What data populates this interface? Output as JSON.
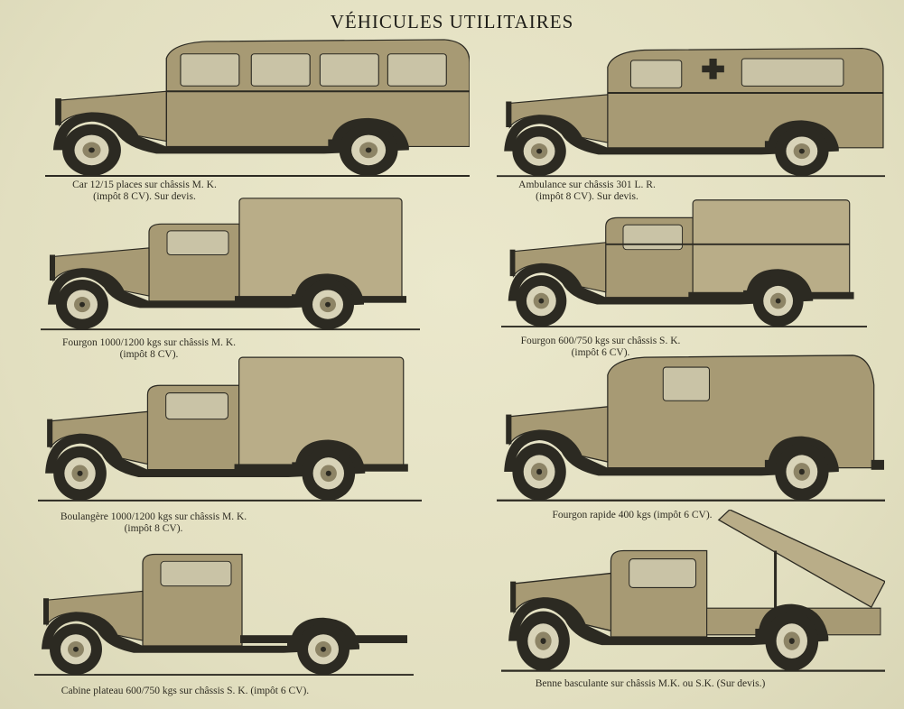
{
  "title": "VÉHICULES UTILITAIRES",
  "vehicles": [
    {
      "type": "bus",
      "caption_line1": "Car 12/15 places sur châssis M. K.",
      "caption_line2": "(impôt 8 CV). Sur devis."
    },
    {
      "type": "ambulance",
      "caption_line1": "Ambulance sur châssis 301 L. R.",
      "caption_line2": "(impôt 8 CV). Sur devis."
    },
    {
      "type": "van",
      "caption_line1": "Fourgon 1000/1200 kgs sur châssis M. K.",
      "caption_line2": "(impôt 8 CV)."
    },
    {
      "type": "van2",
      "caption_line1": "Fourgon 600/750 kgs sur châssis S. K.",
      "caption_line2": "(impôt 6 CV)."
    },
    {
      "type": "van",
      "caption_line1": "Boulangère 1000/1200 kgs sur châssis M. K.",
      "caption_line2": "(impôt 8 CV)."
    },
    {
      "type": "rapide",
      "caption_line1": "Fourgon rapide 400 kgs (impôt 6 CV).",
      "caption_line2": ""
    },
    {
      "type": "flat",
      "caption_line1": "Cabine plateau 600/750 kgs sur châssis S. K. (impôt 6 CV).",
      "caption_line2": ""
    },
    {
      "type": "tipper",
      "caption_line1": "Benne basculante sur châssis M.K. ou S.K. (Sur devis.)",
      "caption_line2": ""
    }
  ],
  "colors": {
    "body": "#a79a74",
    "body_light": "#b9ad88",
    "dark": "#2c2a22",
    "window": "#c9c3a6"
  }
}
